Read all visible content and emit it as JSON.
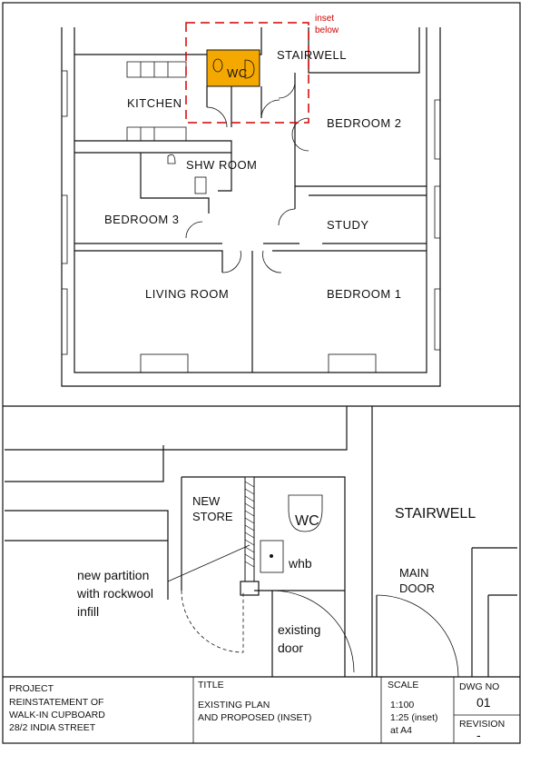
{
  "plan": {
    "rooms": {
      "kitchen": "KITCHEN",
      "stairwell": "STAIRWELL",
      "bedroom2": "BEDROOM 2",
      "wc": "WC",
      "shw_room": "SHW ROOM",
      "bedroom3": "BEDROOM 3",
      "study": "STUDY",
      "living_room": "LIVING ROOM",
      "bedroom1": "BEDROOM 1"
    },
    "inset_marker": [
      "inset",
      "below"
    ],
    "colors": {
      "wc_fill": "#f5a800",
      "inset_marker": "#d40000"
    }
  },
  "inset": {
    "new_store": [
      "NEW",
      "STORE"
    ],
    "wc": "WC",
    "whb": "whb",
    "stairwell": "STAIRWELL",
    "main_door": [
      "MAIN",
      "DOOR"
    ],
    "new_partition": [
      "new partition",
      "with rockwool",
      "infill"
    ],
    "existing_door": [
      "existing",
      "door"
    ]
  },
  "title_block": {
    "project_label": "PROJECT",
    "project_lines": [
      "REINSTATEMENT OF",
      "WALK-IN CUPBOARD",
      "28/2 INDIA STREET"
    ],
    "title_label": "TITLE",
    "title_lines": [
      "EXISTING PLAN",
      "AND PROPOSED (INSET)"
    ],
    "scale_label": "SCALE",
    "scale_lines": [
      "1:100",
      "1:25 (inset)",
      "at A4"
    ],
    "dwg_label": "DWG NO",
    "dwg_no": "01",
    "revision_label": "REVISION",
    "revision": "-"
  }
}
